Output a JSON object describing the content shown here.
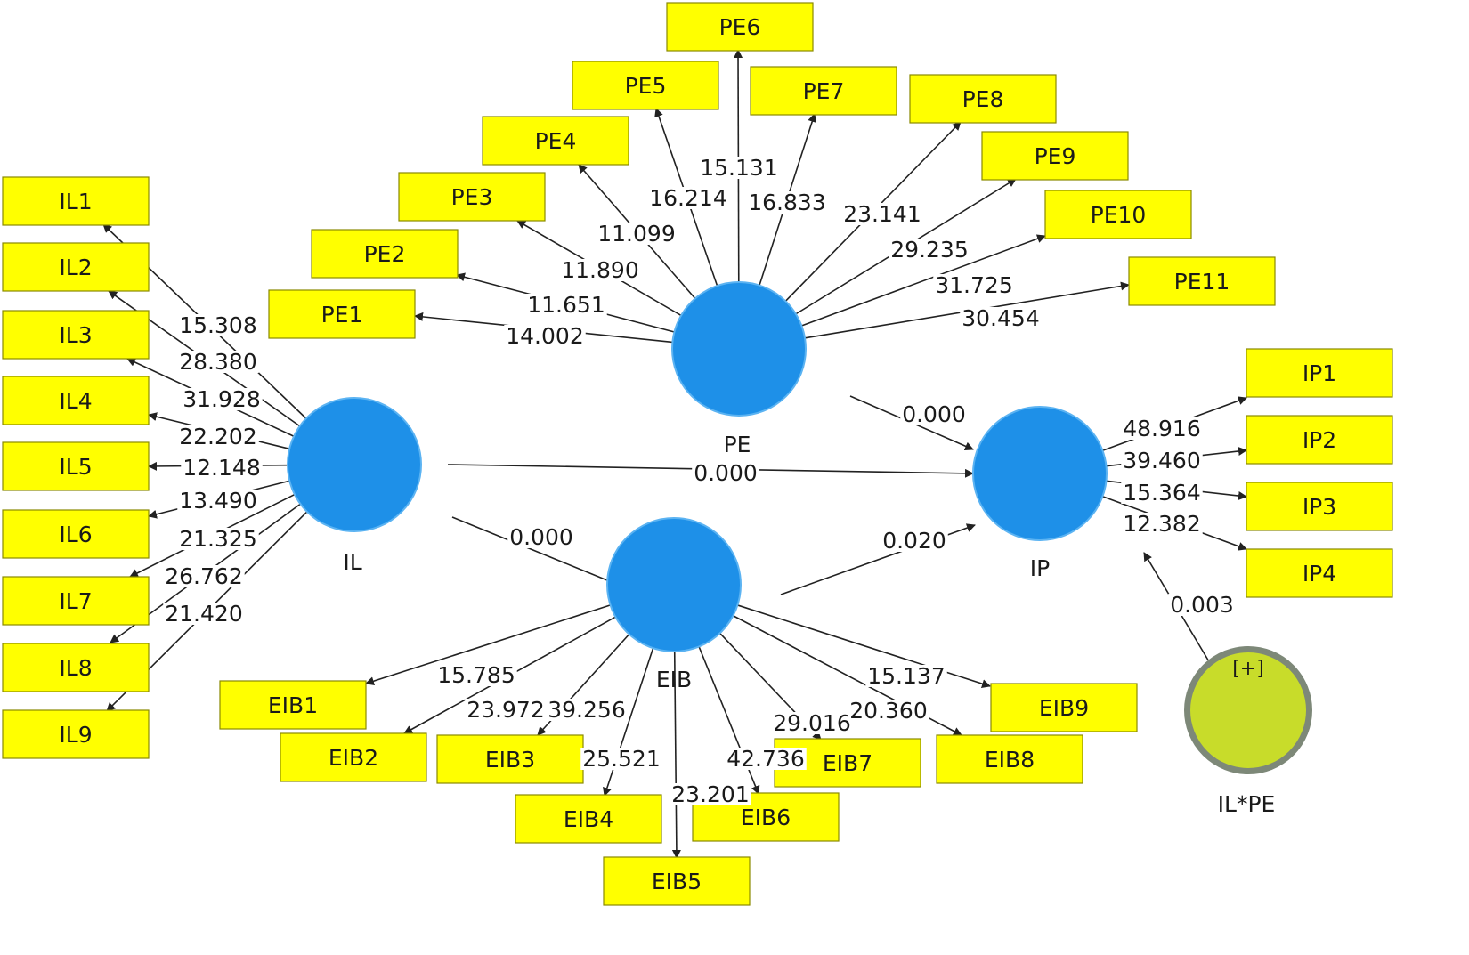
{
  "diagram": {
    "colors": {
      "construct_fill": "#1E90E8",
      "construct_stroke": "#5BB3F2",
      "indicator_fill": "#FFFF00",
      "indicator_stroke": "#8A8A00",
      "moderator_fill": "#C8DC2A",
      "moderator_ring": "#7D8878",
      "edge": "#222222",
      "text": "#1a1a1a"
    },
    "constructs": [
      {
        "id": "PE",
        "label": "PE"
      },
      {
        "id": "IL",
        "label": "IL"
      },
      {
        "id": "IP",
        "label": "IP"
      },
      {
        "id": "EIB",
        "label": "EIB"
      }
    ],
    "moderator": {
      "id": "ILPE",
      "label": "IL*PE",
      "inner_label": "[+]"
    },
    "structural_paths": [
      {
        "from": "PE",
        "to": "IP",
        "value": "0.000"
      },
      {
        "from": "IL",
        "to": "IP",
        "value": "0.000"
      },
      {
        "from": "IL",
        "to": "EIB",
        "value": "0.000"
      },
      {
        "from": "EIB",
        "to": "IP",
        "value": "0.020"
      },
      {
        "from": "ILPE",
        "to": "IP",
        "value": "0.003"
      }
    ],
    "indicators": [
      {
        "id": "PE1",
        "label": "PE1",
        "construct": "PE",
        "value": "14.002"
      },
      {
        "id": "PE2",
        "label": "PE2",
        "construct": "PE",
        "value": "11.651"
      },
      {
        "id": "PE3",
        "label": "PE3",
        "construct": "PE",
        "value": "11.890"
      },
      {
        "id": "PE4",
        "label": "PE4",
        "construct": "PE",
        "value": "11.099"
      },
      {
        "id": "PE5",
        "label": "PE5",
        "construct": "PE",
        "value": "16.214"
      },
      {
        "id": "PE6",
        "label": "PE6",
        "construct": "PE",
        "value": "15.131"
      },
      {
        "id": "PE7",
        "label": "PE7",
        "construct": "PE",
        "value": "16.833"
      },
      {
        "id": "PE8",
        "label": "PE8",
        "construct": "PE",
        "value": "23.141"
      },
      {
        "id": "PE9",
        "label": "PE9",
        "construct": "PE",
        "value": "29.235"
      },
      {
        "id": "PE10",
        "label": "PE10",
        "construct": "PE",
        "value": "31.725"
      },
      {
        "id": "PE11",
        "label": "PE11",
        "construct": "PE",
        "value": "30.454"
      },
      {
        "id": "IL1",
        "label": "IL1",
        "construct": "IL",
        "value": "15.308"
      },
      {
        "id": "IL2",
        "label": "IL2",
        "construct": "IL",
        "value": "28.380"
      },
      {
        "id": "IL3",
        "label": "IL3",
        "construct": "IL",
        "value": "31.928"
      },
      {
        "id": "IL4",
        "label": "IL4",
        "construct": "IL",
        "value": "22.202"
      },
      {
        "id": "IL5",
        "label": "IL5",
        "construct": "IL",
        "value": "12.148"
      },
      {
        "id": "IL6",
        "label": "IL6",
        "construct": "IL",
        "value": "13.490"
      },
      {
        "id": "IL7",
        "label": "IL7",
        "construct": "IL",
        "value": "21.325"
      },
      {
        "id": "IL8",
        "label": "IL8",
        "construct": "IL",
        "value": "26.762"
      },
      {
        "id": "IL9",
        "label": "IL9",
        "construct": "IL",
        "value": "21.420"
      },
      {
        "id": "IP1",
        "label": "IP1",
        "construct": "IP",
        "value": "48.916"
      },
      {
        "id": "IP2",
        "label": "IP2",
        "construct": "IP",
        "value": "39.460"
      },
      {
        "id": "IP3",
        "label": "IP3",
        "construct": "IP",
        "value": "15.364"
      },
      {
        "id": "IP4",
        "label": "IP4",
        "construct": "IP",
        "value": "12.382"
      },
      {
        "id": "EIB1",
        "label": "EIB1",
        "construct": "EIB",
        "value": "15.785"
      },
      {
        "id": "EIB2",
        "label": "EIB2",
        "construct": "EIB",
        "value": "23.972"
      },
      {
        "id": "EIB3",
        "label": "EIB3",
        "construct": "EIB",
        "value": "39.256"
      },
      {
        "id": "EIB4",
        "label": "EIB4",
        "construct": "EIB",
        "value": "25.521"
      },
      {
        "id": "EIB5",
        "label": "EIB5",
        "construct": "EIB",
        "value": "23.201"
      },
      {
        "id": "EIB6",
        "label": "EIB6",
        "construct": "EIB",
        "value": "42.736"
      },
      {
        "id": "EIB7",
        "label": "EIB7",
        "construct": "EIB",
        "value": "29.016"
      },
      {
        "id": "EIB8",
        "label": "EIB8",
        "construct": "EIB",
        "value": "20.360"
      },
      {
        "id": "EIB9",
        "label": "EIB9",
        "construct": "EIB",
        "value": "15.137"
      }
    ]
  }
}
